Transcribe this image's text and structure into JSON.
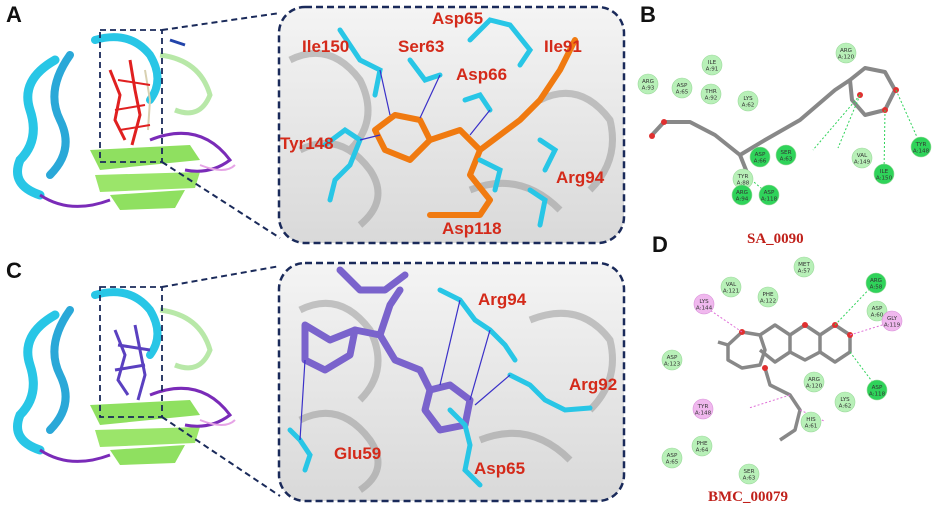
{
  "panels": {
    "A": {
      "letter": "A",
      "residue_labels": [
        "Asp65",
        "Ile150",
        "Ser63",
        "Ile91",
        "Asp66",
        "Tyr148",
        "Arg94",
        "Asp118"
      ]
    },
    "B": {
      "letter": "B",
      "caption": "SA_0090",
      "residues": [
        {
          "name": "ILE",
          "id": "A:91",
          "type": "vdw"
        },
        {
          "name": "ARG",
          "id": "A:93",
          "type": "vdw"
        },
        {
          "name": "ASP",
          "id": "A:65",
          "type": "vdw"
        },
        {
          "name": "THR",
          "id": "A:92",
          "type": "vdw"
        },
        {
          "name": "LYS",
          "id": "A:62",
          "type": "vdw"
        },
        {
          "name": "ARG",
          "id": "A:120",
          "type": "vdw"
        },
        {
          "name": "ASP",
          "id": "A:66",
          "type": "hbond"
        },
        {
          "name": "SER",
          "id": "A:63",
          "type": "hbond"
        },
        {
          "name": "TYR",
          "id": "A:88",
          "type": "vdw"
        },
        {
          "name": "VAL",
          "id": "A:149",
          "type": "vdw"
        },
        {
          "name": "ILE",
          "id": "A:150",
          "type": "hbond"
        },
        {
          "name": "TYR",
          "id": "A:148",
          "type": "hbond"
        },
        {
          "name": "ARG",
          "id": "A:94",
          "type": "hbond"
        },
        {
          "name": "ASP",
          "id": "A:118",
          "type": "hbond"
        }
      ]
    },
    "C": {
      "letter": "C",
      "residue_labels": [
        "Arg94",
        "Arg92",
        "Glu59",
        "Asp65"
      ]
    },
    "D": {
      "letter": "D",
      "caption": "BMC_00079",
      "residues": [
        {
          "name": "MET",
          "id": "A:57",
          "type": "vdw"
        },
        {
          "name": "VAL",
          "id": "A:121",
          "type": "vdw"
        },
        {
          "name": "PHE",
          "id": "A:122",
          "type": "vdw"
        },
        {
          "name": "ARG",
          "id": "A:58",
          "type": "hbond"
        },
        {
          "name": "LYS",
          "id": "A:144",
          "type": "alkyl"
        },
        {
          "name": "ASP",
          "id": "A:60",
          "type": "vdw"
        },
        {
          "name": "GLY",
          "id": "A:119",
          "type": "alkyl"
        },
        {
          "name": "ASP",
          "id": "A:123",
          "type": "vdw"
        },
        {
          "name": "ARG",
          "id": "A:120",
          "type": "vdw"
        },
        {
          "name": "LYS",
          "id": "A:62",
          "type": "vdw"
        },
        {
          "name": "ASP",
          "id": "A:118",
          "type": "hbond"
        },
        {
          "name": "TYR",
          "id": "A:148",
          "type": "alkyl"
        },
        {
          "name": "HIS",
          "id": "A:61",
          "type": "vdw"
        },
        {
          "name": "PHE",
          "id": "A:64",
          "type": "vdw"
        },
        {
          "name": "ASP",
          "id": "A:65",
          "type": "vdw"
        },
        {
          "name": "SER",
          "id": "A:63",
          "type": "vdw"
        }
      ]
    }
  },
  "colors": {
    "label_red": "#d42a1a",
    "vdw_green": "#b8f0b8",
    "hbond_green": "#2fd35a",
    "alkyl_pink": "#f0b8ee",
    "ligand_orange": "#f07a10",
    "ligand_purple": "#7a63cc",
    "protein_cyan": "#28c6e6",
    "protein_green": "#8fe060",
    "protein_purple": "#7a2bb8",
    "dash_navy": "#1a2a5a"
  }
}
